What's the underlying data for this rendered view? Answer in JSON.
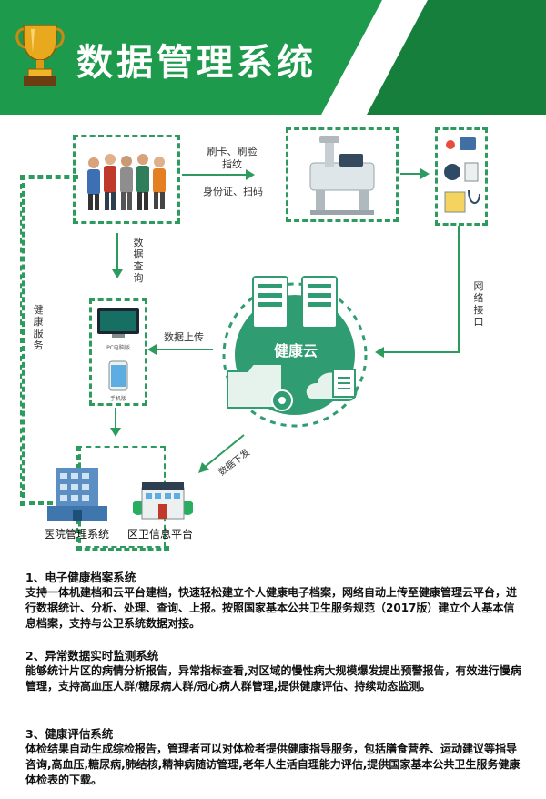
{
  "header": {
    "title": "数据管理系统"
  },
  "diagram": {
    "edge_swipe": "刷卡、刷脸\n指纹",
    "edge_id": "身份证、扫码",
    "edge_query": "数据查询",
    "edge_network": "网络接口",
    "edge_upload": "数据上传",
    "edge_health_service": "健康服务",
    "edge_dispatch": "数据下发",
    "cloud_label": "健康云",
    "pc_label": "PC电脑版",
    "phone_label": "手机版",
    "hospital_label": "医院管理系统",
    "community_label": "区卫信息平台"
  },
  "sections": [
    {
      "title": "1、电子健康档案系统",
      "body": "支持一体机建档和云平台建档，快速轻松建立个人健康电子档案，网络自动上传至健康管理云平台，进行数据统计、分析、处理、查询、上报。按照国家基本公共卫生服务规范（2017版）建立个人基本信息档案，支持与公卫系统数据对接。"
    },
    {
      "title": "2、异常数据实时监测系统",
      "body": "能够统计片区的病情分析报告，异常指标查看,对区域的慢性病大规模爆发提出预警报告，有效进行慢病管理，支持高血压人群/糖尿病人群/冠心病人群管理,提供健康评估、持续动态监测。"
    },
    {
      "title": "3、健康评估系统",
      "body": "体检结果自动生成综检报告，管理者可以对体检者提供健康指导服务，包括膳食营养、运动建议等指导咨询,高血压,糖尿病,肺结核,精神病随访管理,老年人生活自理能力评估,提供国家基本公共卫生服务健康体检表的下载。"
    }
  ],
  "colors": {
    "brand_green": "#1d9a4b",
    "dash_green": "#2e9b5e",
    "cloud_teal": "#2f9c72"
  }
}
